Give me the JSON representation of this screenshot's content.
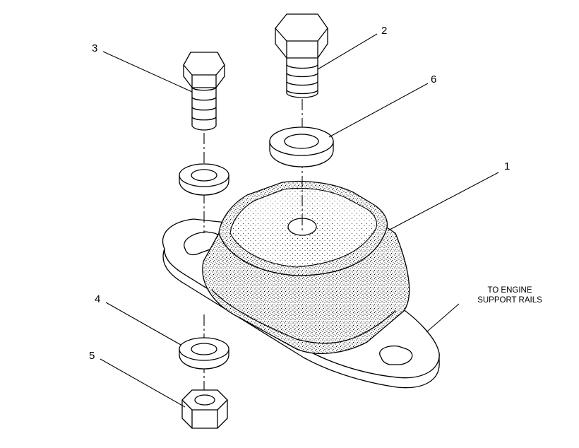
{
  "callouts": [
    {
      "label": "1"
    },
    {
      "label": "2"
    },
    {
      "label": "3"
    },
    {
      "label": "4"
    },
    {
      "label": "5"
    },
    {
      "label": "6"
    }
  ],
  "note": {
    "line1": "TO ENGINE",
    "line2": "SUPPORT RAILS"
  }
}
